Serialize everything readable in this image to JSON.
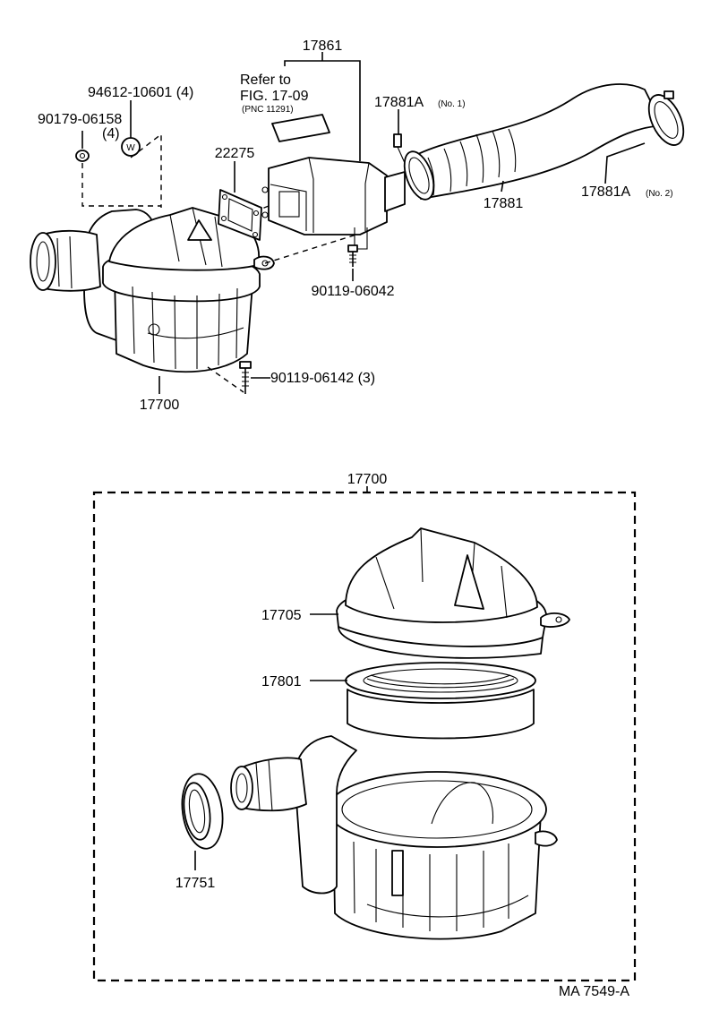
{
  "callouts": {
    "p17861": "17861",
    "refer_line1": "Refer to",
    "refer_line2": "FIG. 17-09",
    "refer_pnc": "(PNC 11291)",
    "p17881A_1": "17881A",
    "p17881A_1_note": "(No. 1)",
    "p94612_10601": "94612-10601 (4)",
    "p90179_06158": "90179-06158",
    "p90179_qty": "(4)",
    "p22275": "22275",
    "p17881": "17881",
    "p17881A_2": "17881A",
    "p17881A_2_note": "(No. 2)",
    "p90119_06042": "90119-06042",
    "p90119_06142": "90119-06142 (3)",
    "p17700_top": "17700",
    "p17700_box": "17700",
    "p17705": "17705",
    "p17801": "17801",
    "p17751": "17751",
    "washer_mark": "W"
  },
  "diagram_id": "MA 7549-A"
}
